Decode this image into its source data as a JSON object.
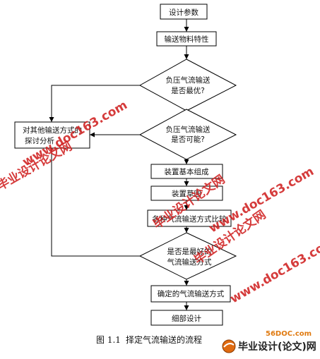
{
  "diagram": {
    "nodes": {
      "design_params": "设计参数",
      "material_props": "输送物料特性",
      "neg_optimal": [
        "负压气流输送",
        "是否最优?"
      ],
      "neg_possible": [
        "负压气流输送",
        "是否可能?"
      ],
      "other_methods": [
        "对其他输送方式的",
        "探讨分析"
      ],
      "basic_assembly": "装置基本组成",
      "sketch": "装置草图",
      "comparison": "各种气流输送方式比较",
      "most_suitable": [
        "是否是最好的",
        "气流输送方式"
      ],
      "confirmed": "确定的气流输送方式",
      "detail_design": "细部设计"
    },
    "caption": {
      "figure_no": "图 1.1",
      "title": "择定气流输送的流程"
    }
  },
  "watermarks": {
    "url_1": "www.doc163.com",
    "url_2": "www.doc163.com",
    "url_3": "www.doc163.com",
    "cn_1": "毕业设计论文网",
    "cn_2": "毕业设计论文网",
    "cn_3": "毕业设计论文网",
    "site": "56DOC.com",
    "brand": "毕业设计(论文)网"
  },
  "colors": {
    "line": "#000000",
    "watermark_red": "#d02020",
    "watermark_blue": "#1a3a99"
  }
}
